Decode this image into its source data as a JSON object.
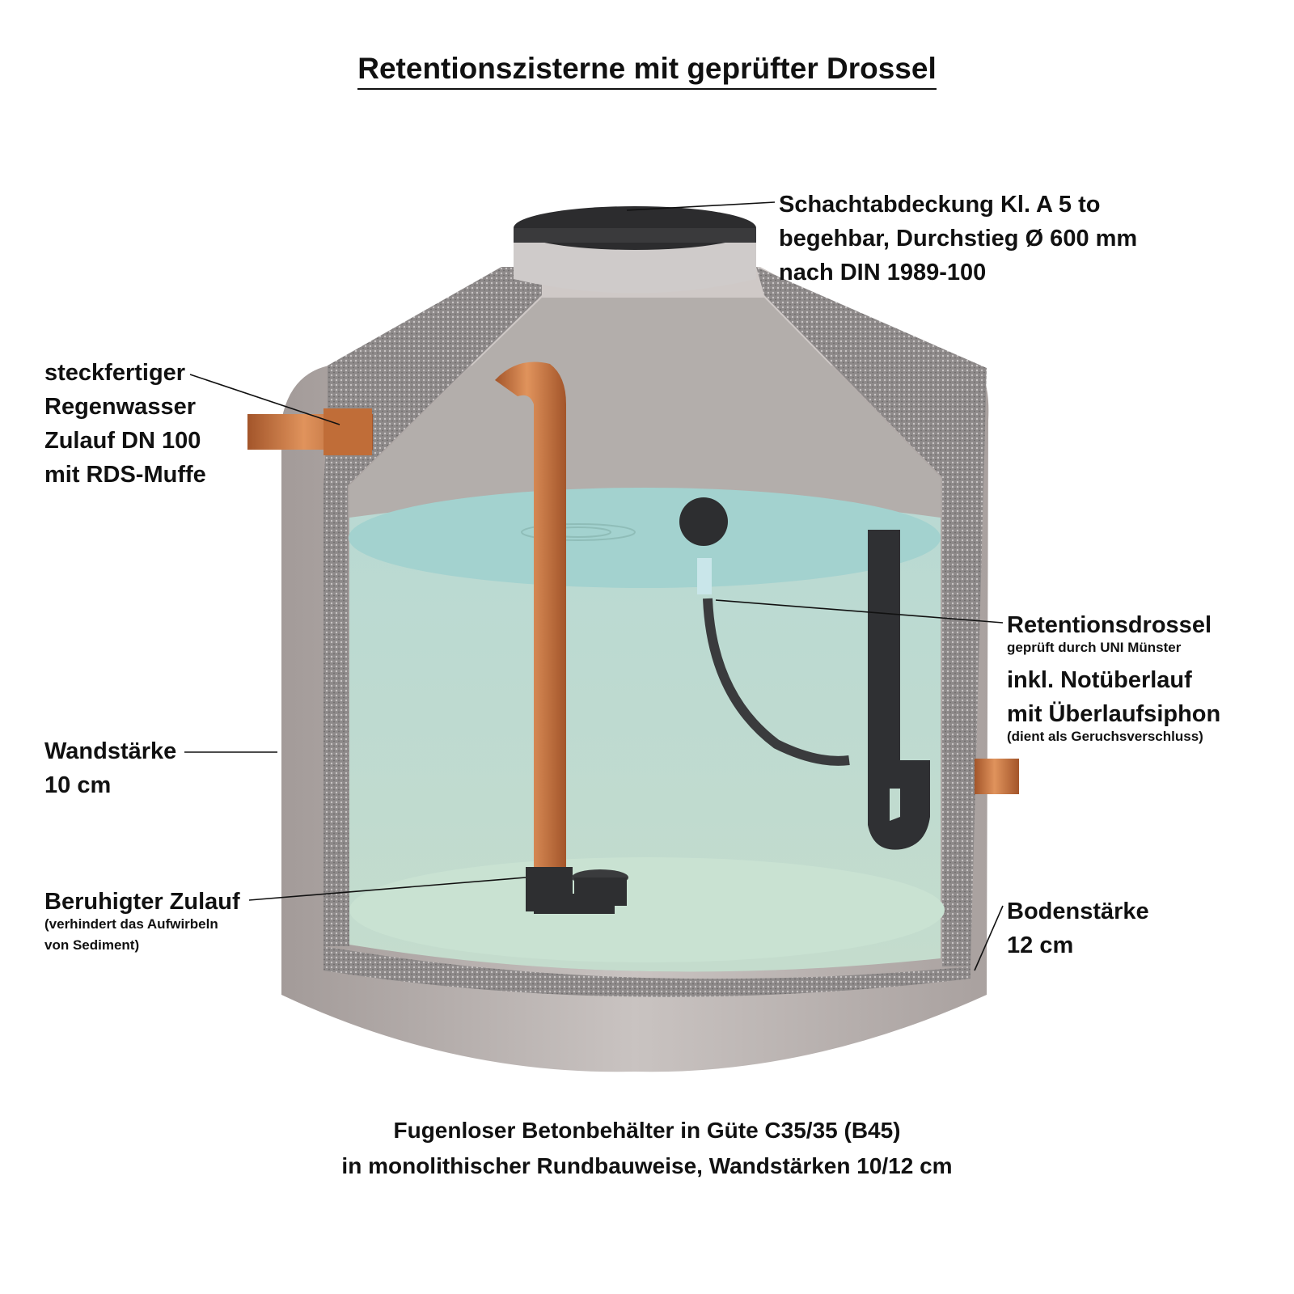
{
  "title": "Retentionszisterne mit geprüfter Drossel",
  "labels": {
    "cover": [
      "Schachtabdeckung Kl. A 5 to",
      "begehbar, Durchstieg Ø 600 mm",
      "nach DIN 1989-100"
    ],
    "inlet": [
      "steckfertiger",
      "Regenwasser",
      "Zulauf DN 100",
      "mit RDS-Muffe"
    ],
    "throttle": {
      "title": "Retentionsdrossel",
      "sub": "geprüft durch UNI Münster"
    },
    "overflow": {
      "lines": [
        "inkl. Notüberlauf",
        "mit Überlaufsiphon"
      ],
      "note": "(dient als Geruchsverschluss)"
    },
    "wall": [
      "Wandstärke",
      "10 cm"
    ],
    "calm_inlet": {
      "title": "Beruhigter Zulauf",
      "note": [
        "(verhindert das Aufwirbeln",
        "von Sediment)"
      ]
    },
    "floor": [
      "Bodenstärke",
      "12 cm"
    ]
  },
  "footer": [
    "Fugenloser Betonbehälter in Güte C35/35 (B45)",
    "in monolithischer Rundbauweise, Wandstärken 10/12 cm"
  ],
  "colors": {
    "concrete": "#b5adab",
    "water": "#a9cfc8",
    "pipe": "#c8753e",
    "black": "#2e2f31"
  }
}
